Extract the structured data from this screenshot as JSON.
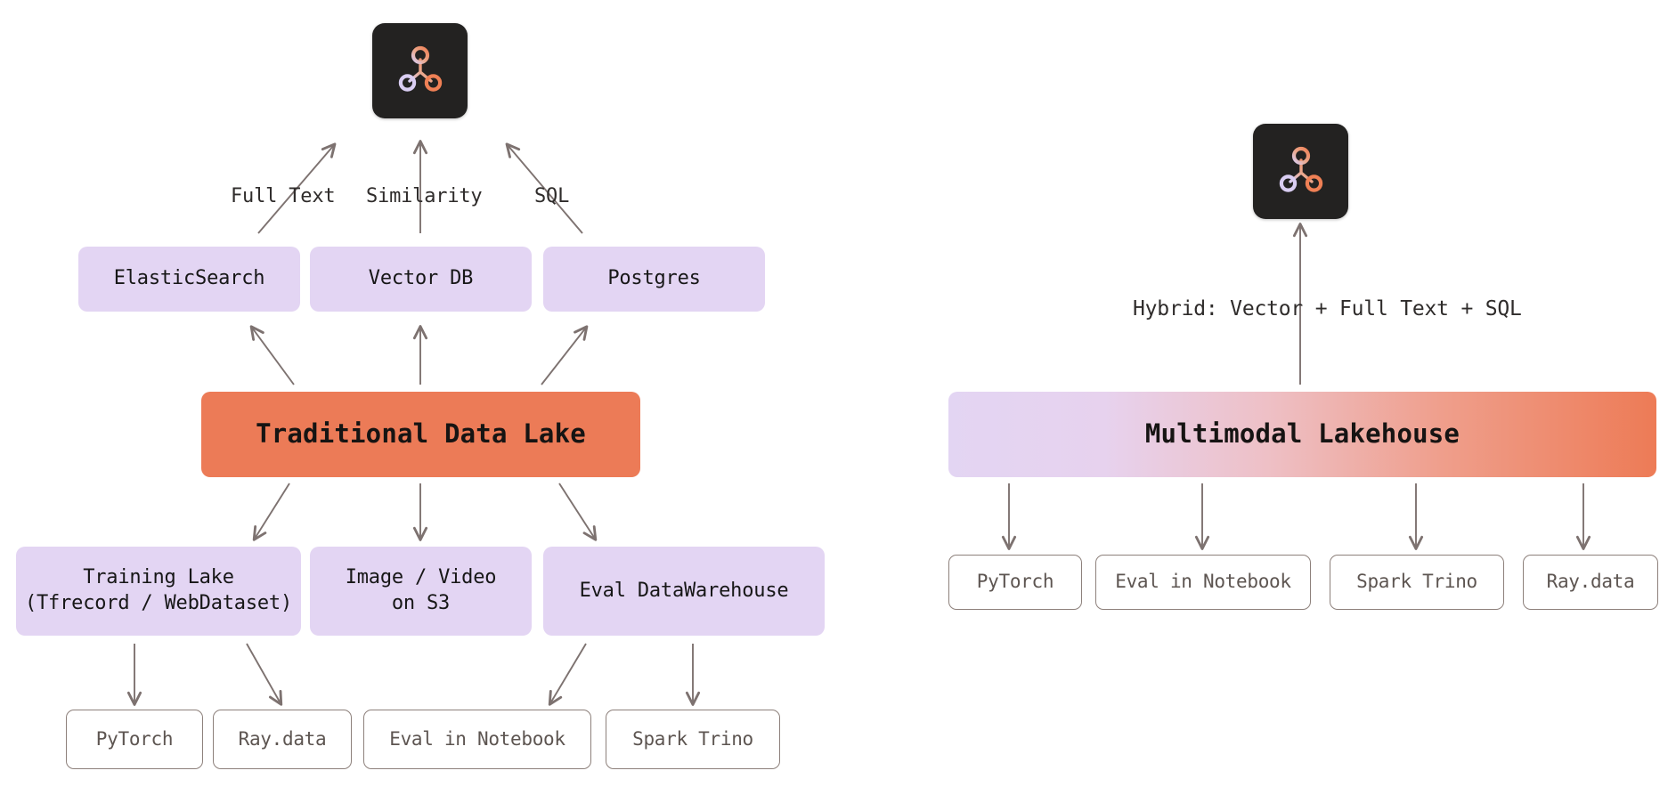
{
  "diagram": {
    "title": "Traditional Data Lake vs Multimodal Lakehouse architecture comparison",
    "background_color": "#ffffff",
    "palette": {
      "orange": "#ec7b57",
      "lavender": "#e3d5f3",
      "outline_border": "#8d807b",
      "outline_text": "#5d5551",
      "arrow": "#7d7270",
      "logo_background": "#232221",
      "dark_text": "#171717"
    }
  },
  "left_panel": {
    "logo": {
      "icon": "node-graph-logo-icon"
    },
    "query_labels": [
      {
        "text": "Full Text"
      },
      {
        "text": "Similarity"
      },
      {
        "text": "SQL"
      }
    ],
    "engines": [
      {
        "label": "ElasticSearch"
      },
      {
        "label": "Vector DB"
      },
      {
        "label": "Postgres"
      }
    ],
    "core": {
      "label": "Traditional Data Lake"
    },
    "stores": [
      {
        "label": "Training Lake\n(Tfrecord / WebDataset)"
      },
      {
        "label": "Image / Video\non S3"
      },
      {
        "label": "Eval DataWarehouse"
      }
    ],
    "consumers": [
      {
        "label": "PyTorch"
      },
      {
        "label": "Ray.data"
      },
      {
        "label": "Eval in Notebook"
      },
      {
        "label": "Spark Trino"
      }
    ]
  },
  "right_panel": {
    "logo": {
      "icon": "node-graph-logo-icon"
    },
    "query_label": {
      "text": "Hybrid: Vector + Full Text + SQL"
    },
    "core": {
      "label": "Multimodal Lakehouse"
    },
    "consumers": [
      {
        "label": "PyTorch"
      },
      {
        "label": "Eval in Notebook"
      },
      {
        "label": "Spark Trino"
      },
      {
        "label": "Ray.data"
      }
    ]
  }
}
